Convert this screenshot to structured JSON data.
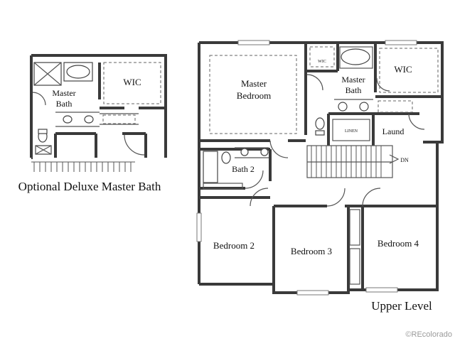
{
  "plan_titles": {
    "optional_bath": "Optional Deluxe Master Bath",
    "upper_level": "Upper Level"
  },
  "rooms_optional": {
    "wic": "WIC",
    "master_bath_line1": "Master",
    "master_bath_line2": "Bath"
  },
  "rooms_upper": {
    "master_bedroom_line1": "Master",
    "master_bedroom_line2": "Bedroom",
    "wic_small": "WIC",
    "master_bath_line1": "Master",
    "master_bath_line2": "Bath",
    "wic": "WIC",
    "linen": "LINEN",
    "laundry": "Laund",
    "bath2": "Bath 2",
    "down": "DN",
    "bedroom2": "Bedroom 2",
    "bedroom3": "Bedroom 3",
    "bedroom4": "Bedroom 4"
  },
  "watermark": "©REcolorado"
}
